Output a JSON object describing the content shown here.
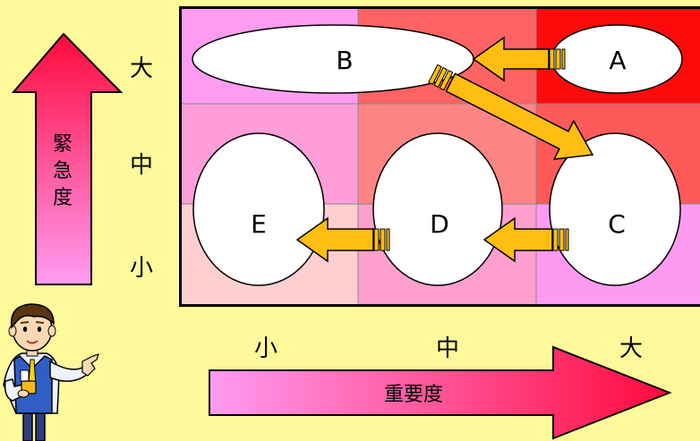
{
  "vertical_axis": {
    "label_chars": [
      "緊",
      "急",
      "度"
    ],
    "levels": [
      "大",
      "中",
      "小"
    ]
  },
  "horizontal_axis": {
    "label": "重要度",
    "levels": [
      "小",
      "中",
      "大"
    ]
  },
  "grid_colors": [
    [
      "#ff9cf2",
      "#ff6363",
      "#ff0a0a"
    ],
    [
      "#ff9ed8",
      "#ff8585",
      "#ff5a5a"
    ],
    [
      "#ffcfcf",
      "#ff9fce",
      "#ff9af2"
    ]
  ],
  "nodes": {
    "a": "A",
    "b": "B",
    "c": "C",
    "d": "D",
    "e": "E"
  },
  "colors": {
    "background": "#fef99b",
    "flow_arrow": "#ffbe10",
    "axis_arrow_start": "#ff9cf2",
    "axis_arrow_end": "#ff0a3c"
  }
}
